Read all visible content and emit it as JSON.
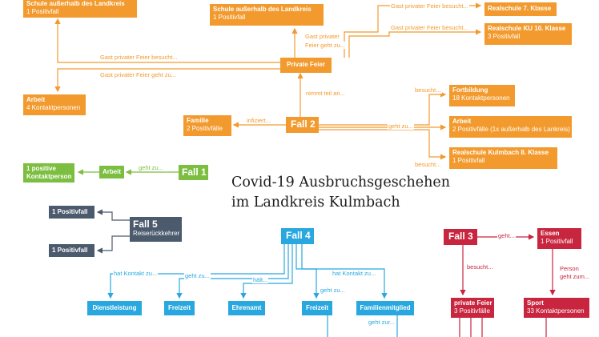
{
  "title": {
    "line1": "Covid-19 Ausbruchsgeschehen",
    "line2": "im Landkreis Kulmbach"
  },
  "colors": {
    "orange": "#f29a2e",
    "green": "#7cbe3f",
    "slate": "#4b5a6d",
    "blue": "#29a8df",
    "red": "#c8253f"
  },
  "nodes": {
    "schule_a": {
      "title": "Schule außerhalb des Landkreis",
      "sub": "1 Positivfall"
    },
    "schule_b": {
      "title": "Schule außerhalb des Landkreis",
      "sub": "1 Positivfall"
    },
    "private_feier": {
      "title": "Private Feier"
    },
    "realschule7": {
      "title": "Realschule 7. Klasse"
    },
    "realschule10": {
      "title": "Realschule KU 10. Klasse",
      "sub": "3 Positivfall"
    },
    "arbeit_f2a": {
      "title": "Arbeit",
      "sub": "4 Kontaktpersonen"
    },
    "fortbildung": {
      "title": "Fortbildung",
      "sub": "18 Kontaktpersonen"
    },
    "familie": {
      "title": "Familie",
      "sub": "2 Positivfälle"
    },
    "fall2": {
      "title": "Fall 2"
    },
    "arbeit_f2b": {
      "title": "Arbeit",
      "sub": "2 Positivfälle (1x außerhalb des Lankreis)"
    },
    "realschule8": {
      "title": "Realschule Kulmbach 8. Klasse",
      "sub": "1 Positivfall"
    },
    "positive1": {
      "title": "1 positive",
      "sub": "Kontaktperson"
    },
    "arbeit_f1": {
      "title": "Arbeit"
    },
    "fall1": {
      "title": "Fall 1"
    },
    "f5_top": {
      "title": "1 Positivfall"
    },
    "fall5": {
      "title": "Fall 5",
      "sub": "Reiserückkehrer"
    },
    "f5_bottom": {
      "title": "1 Positivfall"
    },
    "fall4": {
      "title": "Fall 4"
    },
    "dienstleistung": {
      "title": "Dienstleistung"
    },
    "freizeit1": {
      "title": "Freizeit"
    },
    "ehrenamt": {
      "title": "Ehrenamt"
    },
    "freizeit2": {
      "title": "Freizeit"
    },
    "familienmitglied": {
      "title": "Familienmitglied"
    },
    "fall3": {
      "title": "Fall 3"
    },
    "essen": {
      "title": "Essen",
      "sub": "1 Positivfall"
    },
    "private_feier_r": {
      "title": "private Feier",
      "sub": "3 Positivfälle"
    },
    "sport": {
      "title": "Sport",
      "sub": "33 Kontaktpersonen"
    }
  },
  "edge_labels": {
    "gast_feier_besucht_top": "Gast privater Feier besucht...",
    "gast_feier_besucht_top2": "Gast privater Feier besucht...",
    "gast_feier_besucht_left": "Gast privater Feier besucht...",
    "gast_feier_geht_zu_left": "Gast privater Feier geht zu...",
    "gast_privater_feier_geht_zu_up": "Gast privater\nFeier geht zu...",
    "gast_privater_feier_geht_zu_up_l1": "Gast privater",
    "gast_privater_feier_geht_zu_up_l2": "Feier geht zu...",
    "nimmt_teil_an": "nimmt teil an...",
    "infiziert": "infiziert...",
    "besucht_f2": "besucht...",
    "geht_zu_f2": "geht zu...",
    "besucht_f2_low": "besucht...",
    "geht_zu_f1": "geht zu...",
    "hat_kontakt_1": "hat Kontakt zu...",
    "geht_zu_f4a": "geht zu...",
    "haelt": "hält...",
    "geht_zu_f4b": "geht zu...",
    "hat_kontakt_2": "hat Kontakt zu...",
    "geht_zur": "geht zur...",
    "geht_f3": "geht...",
    "besucht_f3": "besucht...",
    "person_geht_zum_l1": "Person",
    "person_geht_zum_l2": "geht zum..."
  }
}
